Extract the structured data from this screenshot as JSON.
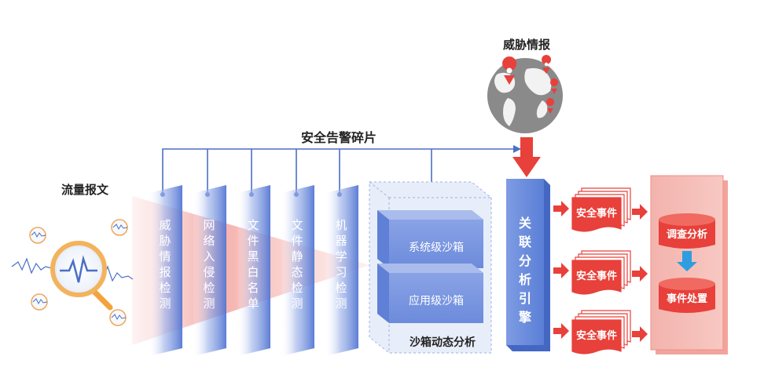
{
  "labels": {
    "threat_intel": "威胁情报",
    "alert_fragments": "安全告警碎片",
    "traffic": "流量报文",
    "sandbox_analysis": "沙箱动态分析",
    "system_sandbox": "系统级沙箱",
    "app_sandbox": "应用级沙箱",
    "engine": "关联分析引擎",
    "investigate": "调查分析",
    "handle": "事件处置"
  },
  "detectors": [
    {
      "label": "威胁情报检测"
    },
    {
      "label": "网络入侵检测"
    },
    {
      "label": "文件黑白名单"
    },
    {
      "label": "文件静态检测"
    },
    {
      "label": "机器学习检测"
    }
  ],
  "events": [
    {
      "label": "安全事件"
    },
    {
      "label": "安全事件"
    },
    {
      "label": "安全事件"
    }
  ],
  "colors": {
    "blue_line": "#4a6fc7",
    "panel_blue": "#5b7fd6",
    "red": "#e8403a",
    "pink_panel": "#f7b3ac",
    "globe_gray": "#8a8a8a"
  }
}
